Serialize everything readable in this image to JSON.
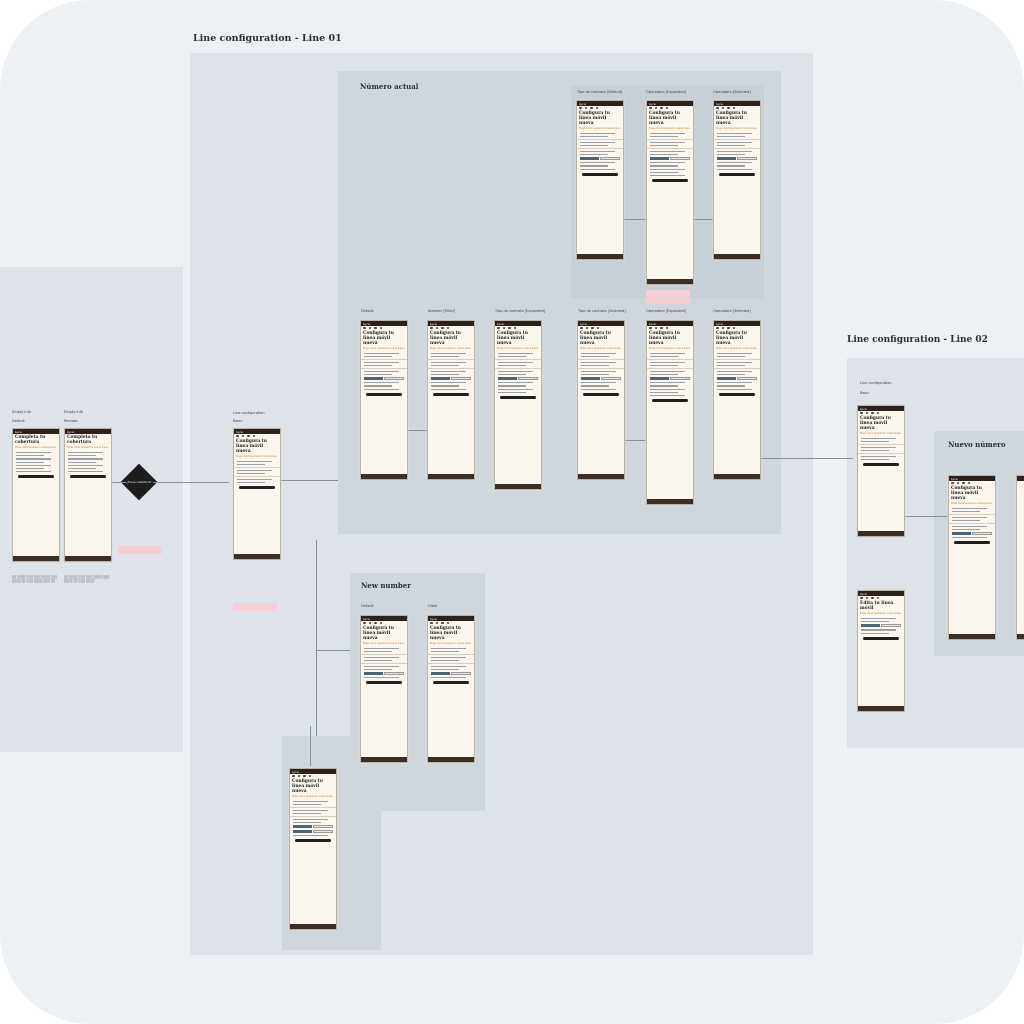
{
  "canvas": {
    "title_line_01": "Line configuration - Line 01",
    "title_line_02": "Line configuration - Line 02"
  },
  "sections": {
    "numero_actual": "Número actual",
    "new_number": "New number",
    "nuevo_numero": "Nuevo número"
  },
  "frame_labels": {
    "numero_actual_top": [
      "Tipo de contrato [Default]",
      "Operadora [Expanded]",
      "Operadora [Selected]"
    ],
    "numero_actual_row": [
      "Default",
      "Number [Filled]",
      "Tipo de contrato [Expanded]",
      "Tipo de contrato [Selected]",
      "Operadora [Expanded]",
      "Operadora [Selected]"
    ],
    "new_number": [
      "Default",
      "Filled"
    ],
    "left_group": [
      "Empty info",
      "Empty info"
    ],
    "left_sub": [
      "Default",
      "Remote"
    ],
    "line_config": "Line configuration",
    "line_config_sub": "Basic"
  },
  "phone": {
    "brand": "Lyca",
    "title": "Configura tu línea móvil nueva",
    "alt_title": "Completa tu cobertura",
    "edit_title": "Edita tu línea móvil",
    "subtitle": "Elige cómo quieres tu nueva línea",
    "primary_label": "Móvil principal",
    "cta": "Continuar"
  },
  "decision": {
    "label": "¿Tiene cobertura?"
  },
  "colors": {
    "canvas": "#eef1f4",
    "section": "#dde3e8",
    "subsection": "#cfd6dc",
    "phone_bg": "#fbf7ee",
    "phone_bar": "#2c211c",
    "accent_toggle": "#4d6475",
    "warning_note": "#f3cfd3"
  }
}
